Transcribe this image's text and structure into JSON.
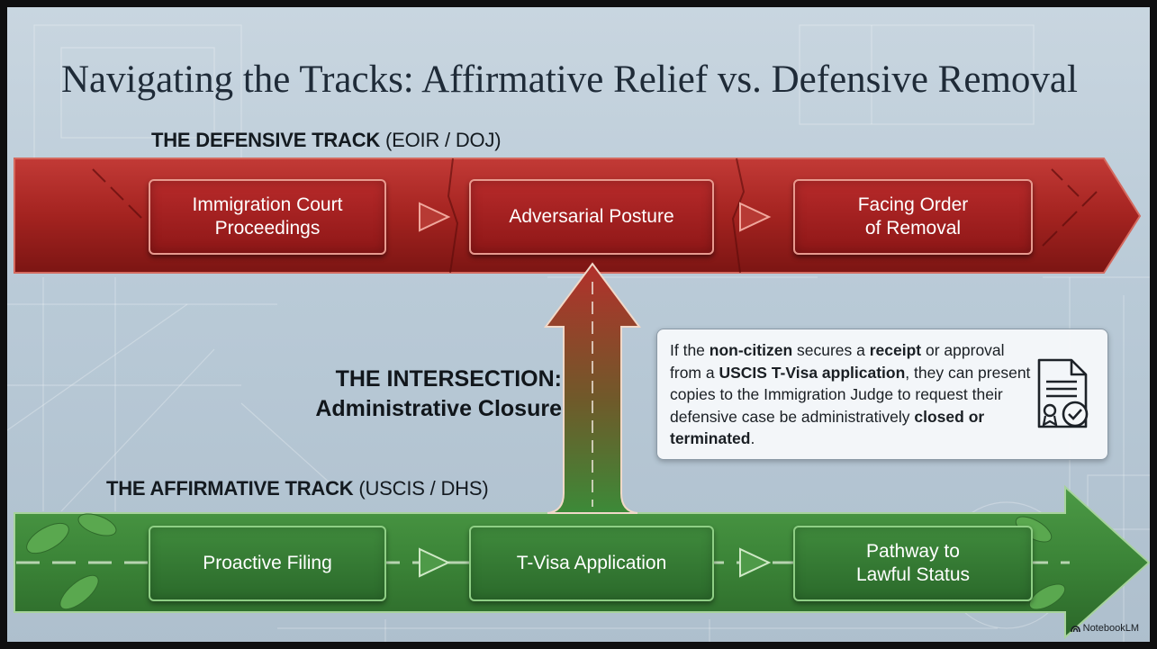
{
  "title": "Navigating the Tracks: Affirmative Relief vs. Defensive Removal",
  "defensive_track": {
    "label_bold": "THE DEFENSIVE TRACK",
    "label_suffix": " (EOIR / DOJ)",
    "steps": [
      "Immigration Court\nProceedings",
      "Adversarial Posture",
      "Facing Order\nof Removal"
    ]
  },
  "intersection": {
    "line1": "THE INTERSECTION:",
    "line2": "Administrative Closure"
  },
  "callout": {
    "parts": [
      {
        "text": "If the ",
        "bold": false
      },
      {
        "text": "non-citizen",
        "bold": true
      },
      {
        "text": " secures a ",
        "bold": false
      },
      {
        "text": "receipt",
        "bold": true
      },
      {
        "text": " or approval from a ",
        "bold": false
      },
      {
        "text": "USCIS T-Visa application",
        "bold": true
      },
      {
        "text": ", they can present copies to the Immigration Judge to request their defensive case be administratively ",
        "bold": false
      },
      {
        "text": "closed or terminated",
        "bold": true
      },
      {
        "text": ".",
        "bold": false
      }
    ],
    "icon": "document-certificate-icon"
  },
  "affirmative_track": {
    "label_bold": "THE AFFIRMATIVE TRACK",
    "label_suffix": " (USCIS / DHS)",
    "steps": [
      "Proactive Filing",
      "T-Visa Application",
      "Pathway to\nLawful Status"
    ]
  },
  "brand": "NotebookLM",
  "colors": {
    "defensive_red": "#a82222",
    "affirmative_green": "#3d8a3a",
    "background": "#c3d1dc"
  }
}
